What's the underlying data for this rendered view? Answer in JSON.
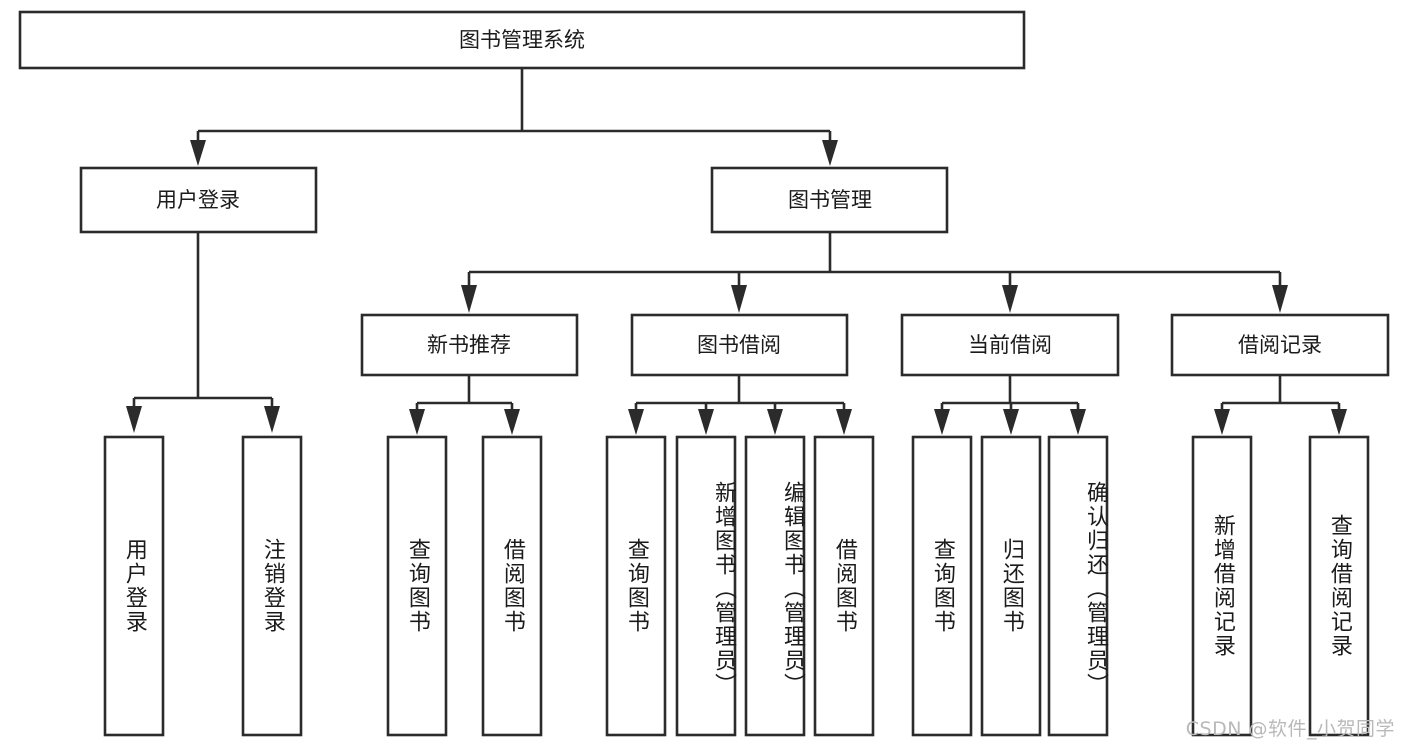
{
  "diagram": {
    "type": "tree-hierarchy-chart",
    "title": "图书管理系统",
    "background_color": "#ffffff",
    "box_stroke_color": "#2b2b2b",
    "box_fill_color": "#ffffff",
    "text_color": "#1b1b1b",
    "levels": {
      "level1": [
        {
          "id": "root",
          "label": "图书管理系统",
          "orientation": "horizontal"
        }
      ],
      "level2": [
        {
          "id": "user-login",
          "label": "用户登录",
          "orientation": "horizontal",
          "parent": "root"
        },
        {
          "id": "book-manage",
          "label": "图书管理",
          "orientation": "horizontal",
          "parent": "root"
        }
      ],
      "level3": [
        {
          "id": "new-book-recommend",
          "label": "新书推荐",
          "orientation": "horizontal",
          "parent": "book-manage"
        },
        {
          "id": "book-borrow",
          "label": "图书借阅",
          "orientation": "horizontal",
          "parent": "book-manage"
        },
        {
          "id": "current-borrow",
          "label": "当前借阅",
          "orientation": "horizontal",
          "parent": "book-manage"
        },
        {
          "id": "borrow-record",
          "label": "借阅记录",
          "orientation": "horizontal",
          "parent": "book-manage"
        }
      ],
      "level4": [
        {
          "id": "leaf-user-login",
          "label": "用户登录",
          "orientation": "vertical",
          "parent": "user-login"
        },
        {
          "id": "leaf-logout",
          "label": "注销登录",
          "orientation": "vertical",
          "parent": "user-login"
        },
        {
          "id": "leaf-query-book-1",
          "label": "查询图书",
          "orientation": "vertical",
          "parent": "new-book-recommend"
        },
        {
          "id": "leaf-borrow-book-1",
          "label": "借阅图书",
          "orientation": "vertical",
          "parent": "new-book-recommend"
        },
        {
          "id": "leaf-query-book-2",
          "label": "查询图书",
          "orientation": "vertical",
          "parent": "book-borrow"
        },
        {
          "id": "leaf-add-book",
          "label": "新增图书（管理员）",
          "orientation": "vertical",
          "parent": "book-borrow"
        },
        {
          "id": "leaf-edit-book",
          "label": "编辑图书（管理员）",
          "orientation": "vertical",
          "parent": "book-borrow"
        },
        {
          "id": "leaf-borrow-book-2",
          "label": "借阅图书",
          "orientation": "vertical",
          "parent": "book-borrow"
        },
        {
          "id": "leaf-query-book-3",
          "label": "查询图书",
          "orientation": "vertical",
          "parent": "current-borrow"
        },
        {
          "id": "leaf-return-book",
          "label": "归还图书",
          "orientation": "vertical",
          "parent": "current-borrow"
        },
        {
          "id": "leaf-confirm-return",
          "label": "确认归还（管理员）",
          "orientation": "vertical",
          "parent": "current-borrow"
        },
        {
          "id": "leaf-add-record",
          "label": "新增借阅记录",
          "orientation": "vertical",
          "parent": "borrow-record"
        },
        {
          "id": "leaf-query-record",
          "label": "查询借阅记录",
          "orientation": "vertical",
          "parent": "borrow-record"
        }
      ]
    }
  },
  "watermark": {
    "text": "CSDN @软件_小贺同学",
    "color": "#b9b9b9"
  }
}
